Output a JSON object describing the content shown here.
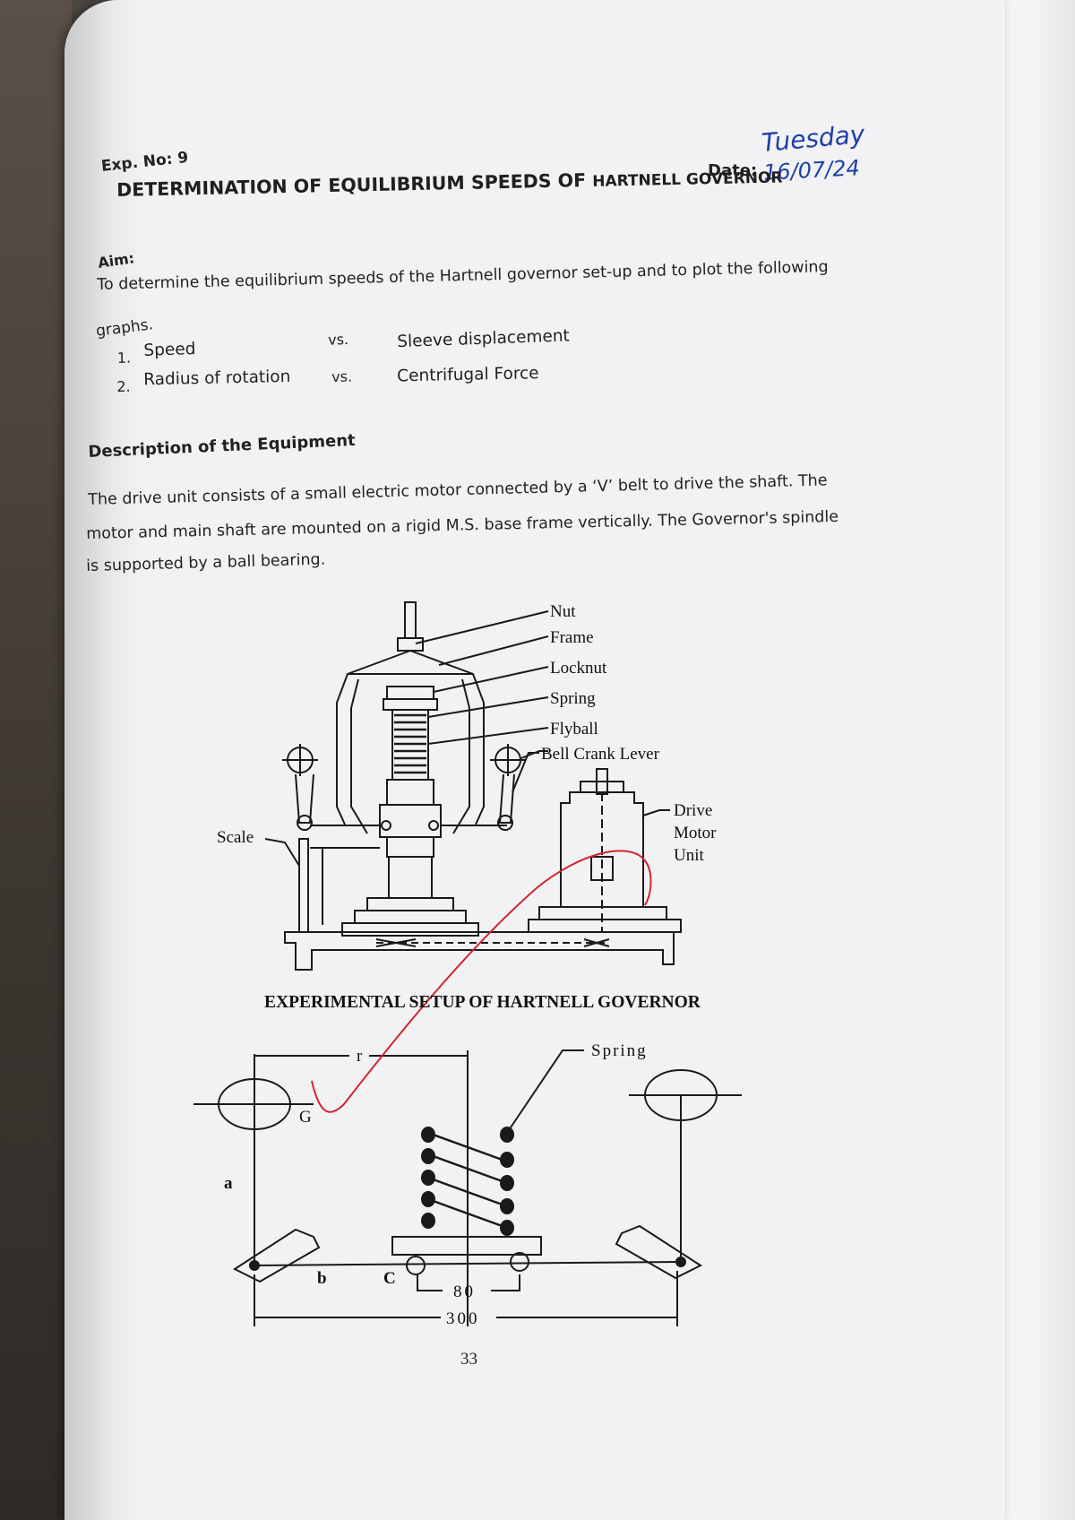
{
  "header": {
    "exp_no": "Exp. No: 9",
    "date_label": "Date:",
    "handwritten_day": "Tuesday",
    "handwritten_date": "16/07/24"
  },
  "title": {
    "main": "DETERMINATION OF EQUILIBRIUM SPEEDS OF",
    "tail": "HARTNELL GOVERNOR"
  },
  "aim": {
    "heading": "Aim:",
    "text_line1": "To determine the equilibrium speeds of the Hartnell governor set-up and to plot the following",
    "text_line2": "graphs.",
    "graphs": [
      {
        "num": "1.",
        "x": "Speed",
        "vs": "vs.",
        "y": "Sleeve displacement"
      },
      {
        "num": "2.",
        "x": "Radius of rotation",
        "vs": "vs.",
        "y": "Centrifugal Force"
      }
    ]
  },
  "description": {
    "heading": "Description of the Equipment",
    "lines": [
      "The drive unit consists of a small electric motor connected by a ‘V’ belt to drive the shaft. The",
      "motor and main shaft are mounted on a rigid M.S. base frame vertically. The Governor's spindle",
      "is supported by a ball bearing."
    ]
  },
  "figure1": {
    "labels": {
      "nut": "Nut",
      "frame": "Frame",
      "locknut": "Locknut",
      "spring": "Spring",
      "flyball": "Flyball",
      "bell_crank": "Bell Crank Lever",
      "scale": "Scale",
      "drive1": "Drive",
      "drive2": "Motor",
      "drive3": "Unit"
    },
    "caption": "EXPERIMENTAL SETUP OF HARTNELL GOVERNOR"
  },
  "figure2": {
    "labels": {
      "r": "r",
      "spring": "Spring",
      "g": "G",
      "a": "a",
      "b": "b",
      "c": "C",
      "dim_80": "80",
      "dim_300": "300"
    }
  },
  "page_number": "33",
  "colors": {
    "paper": "#f2f2f4",
    "ink": "#222222",
    "handwriting": "#1f3fa8",
    "red_pen": "#d0262e"
  }
}
